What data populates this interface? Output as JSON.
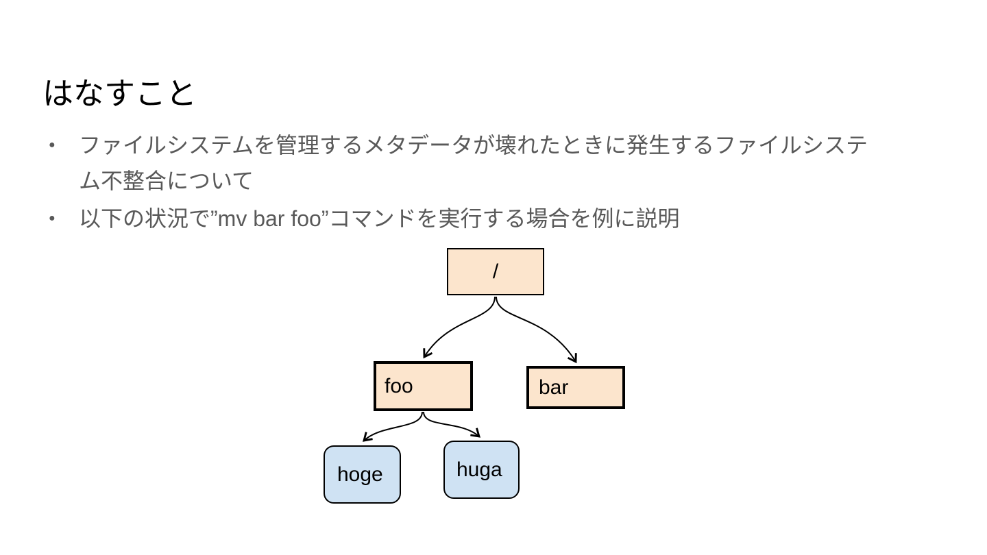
{
  "slide": {
    "title": "はなすこと",
    "bullets": [
      "ファイルシステムを管理するメタデータが壊れたときに発生するファイルシステム不整合について",
      "以下の状況で”mv bar foo”コマンドを実行する場合を例に説明"
    ]
  },
  "diagram": {
    "nodes": {
      "root": {
        "label": "/",
        "type": "directory"
      },
      "foo": {
        "label": "foo",
        "type": "directory"
      },
      "bar": {
        "label": "bar",
        "type": "directory"
      },
      "hoge": {
        "label": "hoge",
        "type": "file"
      },
      "huga": {
        "label": "huga",
        "type": "file"
      }
    },
    "edges": [
      "root→foo",
      "root→bar",
      "foo→hoge",
      "foo→huga"
    ],
    "colors": {
      "directory_fill": "#fce5cd",
      "file_fill": "#cfe2f3",
      "node_border": "#000000",
      "arrow": "#000000",
      "title_text": "#000000",
      "body_text": "#595959"
    }
  }
}
